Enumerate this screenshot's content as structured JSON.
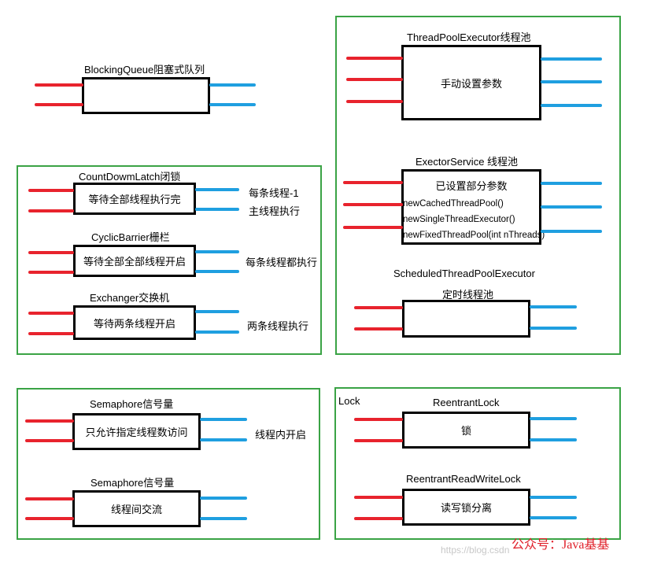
{
  "blocking_queue": {
    "title": "BlockingQueue阻塞式队列"
  },
  "sync_group": {
    "countdown": {
      "title": "CountDowmLatch闭锁",
      "box": "等待全部线程执行完",
      "note1": "每条线程-1",
      "note2": "主线程执行"
    },
    "cyclic": {
      "title": "CyclicBarrier栅栏",
      "box": "等待全部全部线程开启",
      "note": "每条线程都执行"
    },
    "exchanger": {
      "title": "Exchanger交换机",
      "box": "等待两条线程开启",
      "note": "两条线程执行"
    }
  },
  "pool_group": {
    "tpe": {
      "title": "ThreadPoolExecutor线程池",
      "box": "手动设置参数"
    },
    "es": {
      "title": "ExectorService 线程池",
      "box": "已设置部分参数",
      "lines": [
        "newCachedThreadPool()",
        "newSingleThreadExecutor()",
        "newFixedThreadPool(int nThreads)"
      ]
    },
    "stpe": {
      "title1": "ScheduledThreadPoolExecutor",
      "title2": "定时线程池"
    }
  },
  "semaphore_group": {
    "sem1": {
      "title": "Semaphore信号量",
      "box": "只允许指定线程数访问",
      "note": "线程内开启"
    },
    "sem2": {
      "title": "Semaphore信号量",
      "box": "线程间交流"
    }
  },
  "lock_group": {
    "label": "Lock",
    "reentrant": {
      "title": "ReentrantLock",
      "box": "锁"
    },
    "rw": {
      "title": "ReentrantReadWriteLock",
      "box": "读写锁分离"
    }
  },
  "watermark": {
    "url": "https://blog.csdn",
    "text": "公众号：Java基基"
  },
  "colors": {
    "group_border": "#3aa345",
    "input_line": "#e8232d",
    "output_line": "#1f9fe0"
  }
}
